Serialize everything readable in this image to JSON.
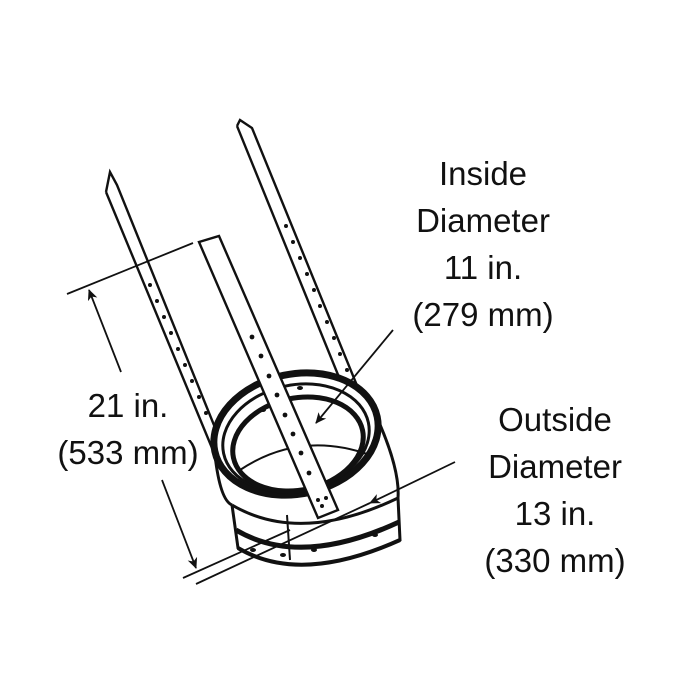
{
  "diagram": {
    "subject": "45-degree pipe elbow with support straps",
    "colors": {
      "line": "#111111",
      "background": "#ffffff"
    },
    "dimensions": {
      "inside_diameter": {
        "title_line1": "Inside",
        "title_line2": "Diameter",
        "imperial": "11 in.",
        "metric": "(279 mm)"
      },
      "outside_diameter": {
        "title_line1": "Outside",
        "title_line2": "Diameter",
        "imperial": "13 in.",
        "metric": "(330 mm)"
      },
      "height": {
        "imperial": "21 in.",
        "metric": "(533 mm)"
      }
    }
  }
}
